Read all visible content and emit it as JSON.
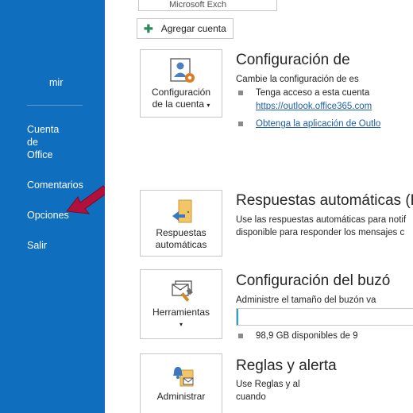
{
  "nav": {
    "partial_item": "mir",
    "items": [
      "Cuenta de Office",
      "Comentarios",
      "Opciones",
      "Salir"
    ],
    "item_lines": [
      [
        "Cuenta",
        "de",
        "Office"
      ]
    ]
  },
  "account_selector": {
    "value": "Microsoft Exch"
  },
  "add_account": {
    "label": "Agregar cuenta"
  },
  "sections": {
    "account_settings": {
      "tile_line1": "Configuración",
      "tile_line2": "de la cuenta",
      "title": "Configuración de",
      "description": "Cambie la configuración de es",
      "bullet1": "Tenga acceso a esta cuenta",
      "bullet1_link": "https://outlook.office365.com",
      "bullet2_link": "Obtenga la aplicación de Outlo"
    },
    "auto_replies": {
      "tile_line1": "Respuestas",
      "tile_line2": "automáticas",
      "title": "Respuestas automáticas (F",
      "line1": "Use las respuestas automáticas para notif",
      "line2": "disponible para responder los mensajes c"
    },
    "mailbox": {
      "tile_line1": "Herramientas",
      "title": "Configuración del buzó",
      "description": "Administre el tamaño del buzón va",
      "storage_text": "98,9 GB disponibles de 9",
      "used_fraction": 0.01
    },
    "rules": {
      "tile_line1": "Administrar",
      "title": "Reglas y alerta",
      "line1": "Use Reglas y al",
      "line2": "cuando"
    }
  },
  "colors": {
    "nav_bg": "#106ebe",
    "arrow": "#b0103a",
    "link": "#1e5fa8",
    "progress": "#28a5c8"
  }
}
